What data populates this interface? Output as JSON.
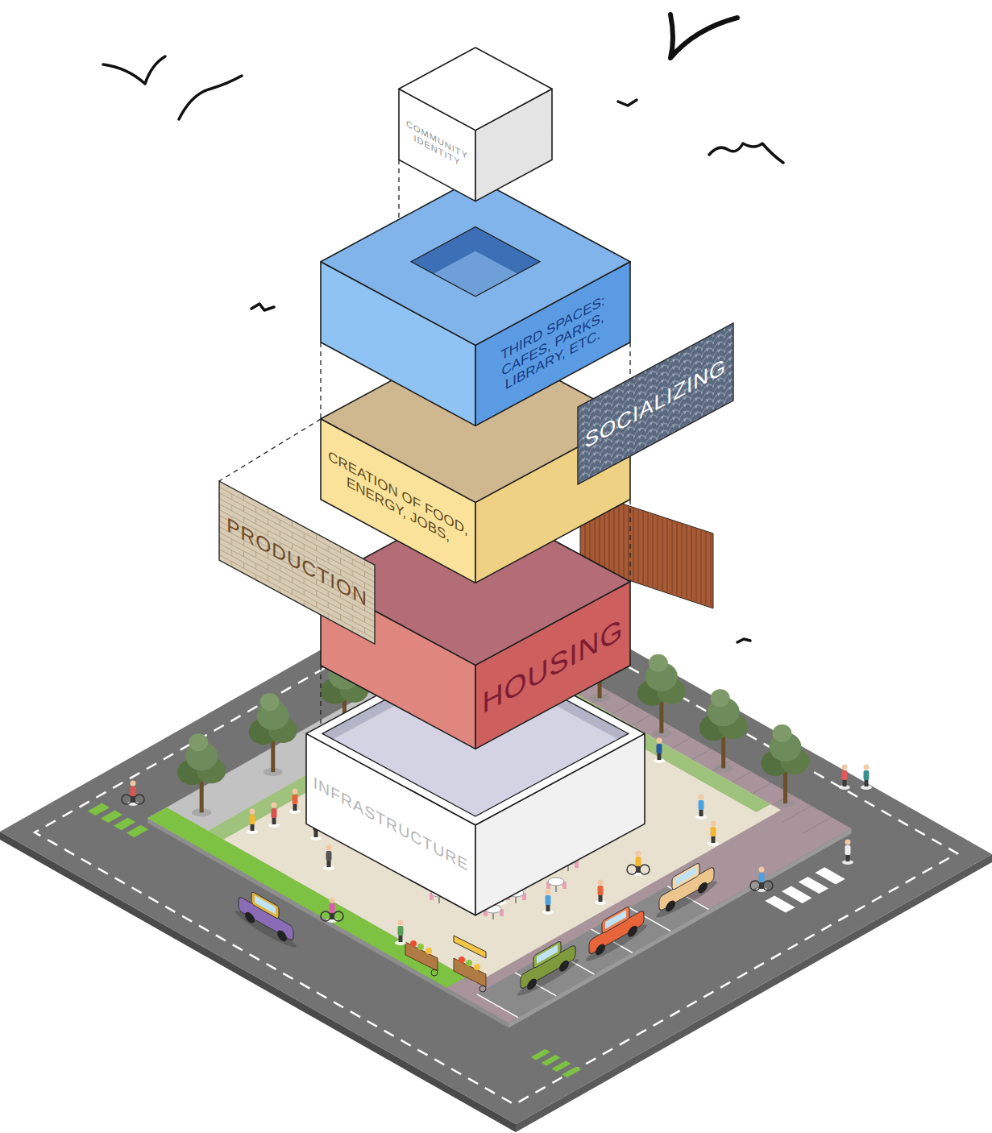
{
  "diagram": {
    "nodes": [
      {
        "text": [
          "COMMUNITY IDENTITY"
        ]
      },
      {
        "text": [
          "THIRD SPACES: CAFES, PARKS, LIBRARY, ETC."
        ]
      },
      {
        "text": [
          "SOCIALIZING"
        ]
      },
      {
        "text": [
          "CREATION OF FOOD, ENERGY, JOBS,"
        ]
      },
      {
        "text": [
          "PRODUCTION"
        ]
      },
      {
        "text": [
          "HOUSING"
        ]
      },
      {
        "text": [
          "INFRASTRUCTURE"
        ]
      }
    ],
    "edges": [
      {
        "from": 0,
        "to": 1,
        "arrow": "none"
      },
      {
        "from": 1,
        "to": 2,
        "arrow": "none"
      },
      {
        "from": 1,
        "to": 3,
        "arrow": "none"
      },
      {
        "from": 3,
        "to": 4,
        "arrow": "none"
      },
      {
        "from": 3,
        "to": 5,
        "arrow": "none"
      },
      {
        "from": 5,
        "to": 6,
        "arrow": "none"
      }
    ]
  }
}
